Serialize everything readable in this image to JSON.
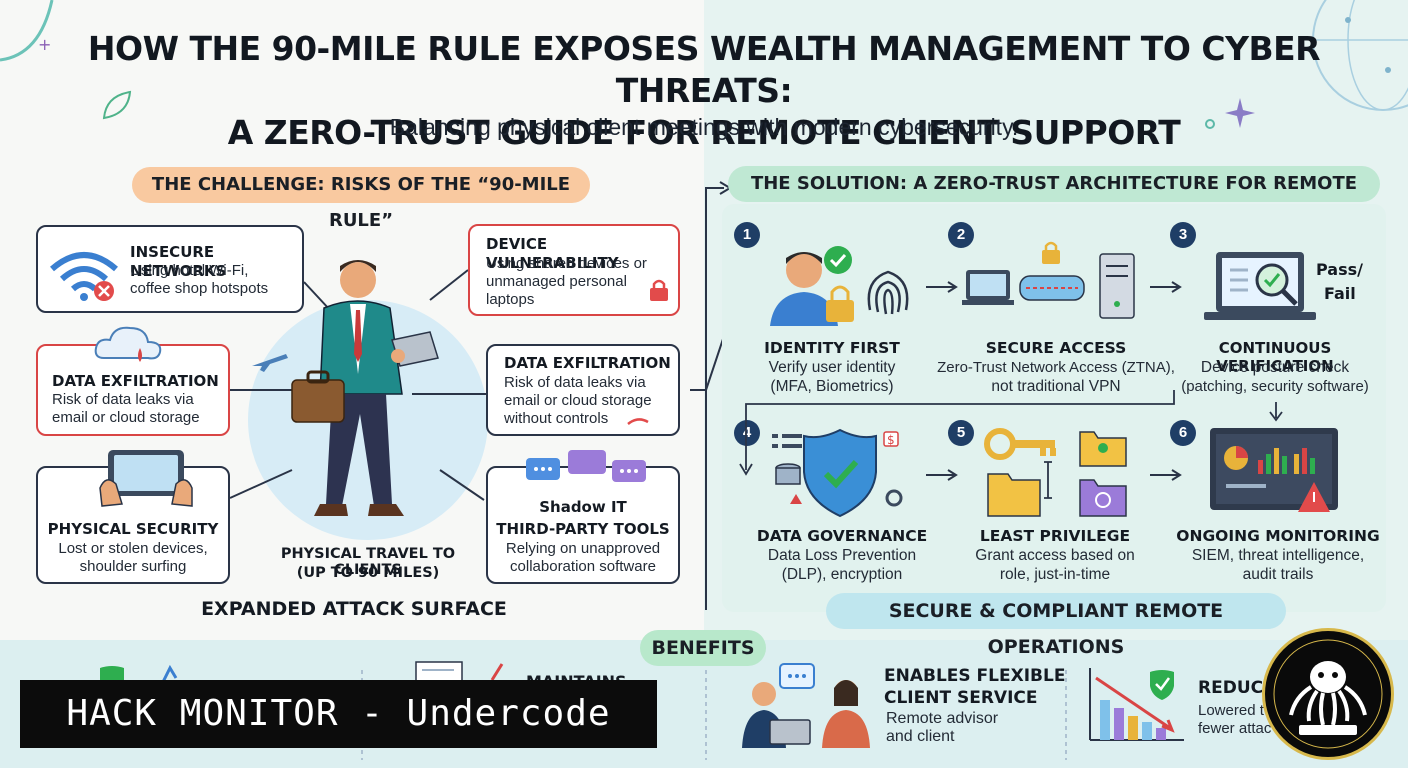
{
  "header": {
    "title_line1": "HOW THE 90-MILE RULE EXPOSES WEALTH MANAGEMENT TO CYBER THREATS:",
    "title_line2": "A ZERO-TRUST GUIDE FOR REMOTE CLIENT SUPPORT",
    "subtitle": "Balancing physical client meetings with modern cybersecurity."
  },
  "challenge": {
    "heading": "THE CHALLENGE: RISKS OF THE “90-MILE RULE”",
    "cards": [
      {
        "title": "INSECURE NETWORKS",
        "text1": "Using hotel Wi-Fi,",
        "text2": "coffee shop hotspots"
      },
      {
        "title": "DATA EXFILTRATION",
        "text1": "Risk of data leaks via",
        "text2": "email or cloud storage"
      },
      {
        "title": "PHYSICAL SECURITY",
        "text1": "Lost or stolen devices,",
        "text2": "shoulder surfing"
      },
      {
        "title": "DEVICE VULNERABILITY",
        "text1": "Using shared devices or",
        "text2": "unmanaged personal",
        "text3": "laptops"
      },
      {
        "title": "DATA EXFILTRATION",
        "text1": "Risk of data leaks via",
        "text2": "email or cloud storage",
        "text3": "without controls"
      },
      {
        "badge": "Shadow IT",
        "title": "THIRD-PARTY TOOLS",
        "text1": "Relying on unapproved",
        "text2": "collaboration software"
      }
    ],
    "travel_line1": "PHYSICAL TRAVEL TO CLIENTS",
    "travel_line2": "(UP TO 90 MILES)",
    "attack_surface": "EXPANDED ATTACK SURFACE"
  },
  "solution": {
    "heading": "THE SOLUTION: A ZERO-TRUST ARCHITECTURE FOR REMOTE SUPPORT",
    "pass_fail_1": "Pass/",
    "pass_fail_2": "Fail",
    "steps": [
      {
        "num": "1",
        "title": "IDENTITY FIRST",
        "text1": "Verify user identity",
        "text2": "(MFA, Biometrics)"
      },
      {
        "num": "2",
        "title": "SECURE ACCESS",
        "text1": "Zero-Trust Network Access (ZTNA),",
        "text2": "not traditional VPN"
      },
      {
        "num": "3",
        "title": "CONTINUOUS VERIFICATION",
        "text1": "Device posture check",
        "text2": "(patching, security software)"
      },
      {
        "num": "4",
        "title": "DATA GOVERNANCE",
        "text1": "Data Loss Prevention",
        "text2": "(DLP), encryption"
      },
      {
        "num": "5",
        "title": "LEAST PRIVILEGE",
        "text1": "Grant access based on",
        "text2": "role, just-in-time"
      },
      {
        "num": "6",
        "title": "ONGOING MONITORING",
        "text1": "SIEM, threat intelligence,",
        "text2": "audit trails"
      }
    ],
    "footer": "SECURE & COMPLIANT REMOTE OPERATIONS"
  },
  "benefits": {
    "heading": "BENEFITS",
    "maintains": "MAINTAINS",
    "flex_title1": "ENABLES FLEXIBLE",
    "flex_title2": "CLIENT SERVICE",
    "flex_text1": "Remote advisor",
    "flex_text2": "and client",
    "reduce_title": "REDUCE",
    "reduce_text1": "Lowered t",
    "reduce_text2": "fewer attac"
  },
  "watermark": "HACK MONITOR - Undercode",
  "colors": {
    "navy": "#1f3e66",
    "orange_pill": "#f9c9a0",
    "green_pill": "#bfe8d3",
    "blue_pill": "#bfe6ee",
    "red_border": "#d94545",
    "check_green": "#2eae4f",
    "shield_blue": "#3a8fd6",
    "jacket_teal": "#1f8a8a"
  }
}
